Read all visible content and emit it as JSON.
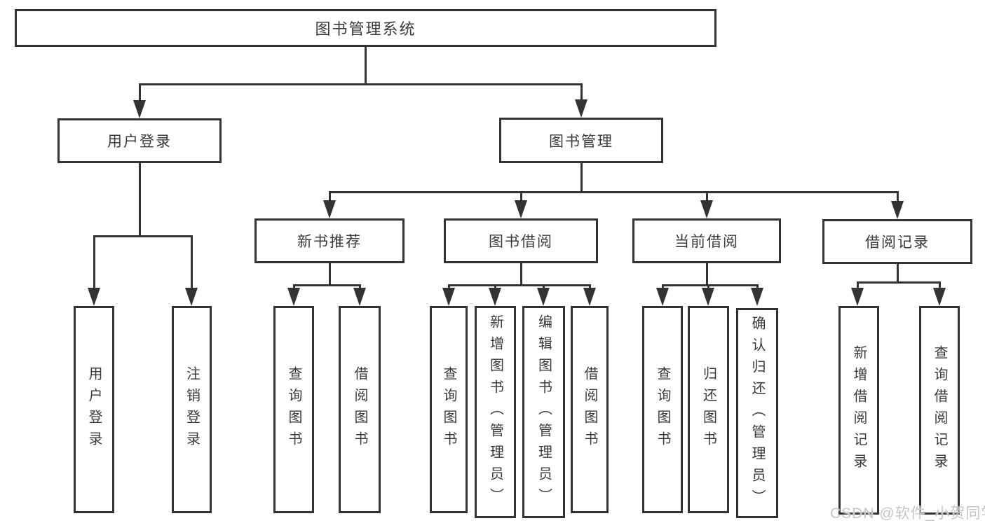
{
  "colors": {
    "line": "#333333",
    "text": "#3a3a3a",
    "watermark": "#c2c6ca",
    "background": "#ffffff"
  },
  "tree": {
    "root": {
      "label": "图书管理系统",
      "children": [
        {
          "label": "用户登录",
          "children": [
            {
              "label": "用户登录"
            },
            {
              "label": "注销登录"
            }
          ]
        },
        {
          "label": "图书管理",
          "children": [
            {
              "label": "新书推荐",
              "children": [
                {
                  "label": "查询图书"
                },
                {
                  "label": "借阅图书"
                }
              ]
            },
            {
              "label": "图书借阅",
              "children": [
                {
                  "label": "查询图书"
                },
                {
                  "label": "新增图书（管理员）"
                },
                {
                  "label": "编辑图书（管理员）"
                },
                {
                  "label": "借阅图书"
                }
              ]
            },
            {
              "label": "当前借阅",
              "children": [
                {
                  "label": "查询图书"
                },
                {
                  "label": "归还图书"
                },
                {
                  "label": "确认归还（管理员）"
                }
              ]
            },
            {
              "label": "借阅记录",
              "children": [
                {
                  "label": "新增借阅记录"
                },
                {
                  "label": "查询借阅记录"
                }
              ]
            }
          ]
        }
      ]
    }
  },
  "watermark": {
    "text": "CSDN @软件_小贺同学"
  }
}
